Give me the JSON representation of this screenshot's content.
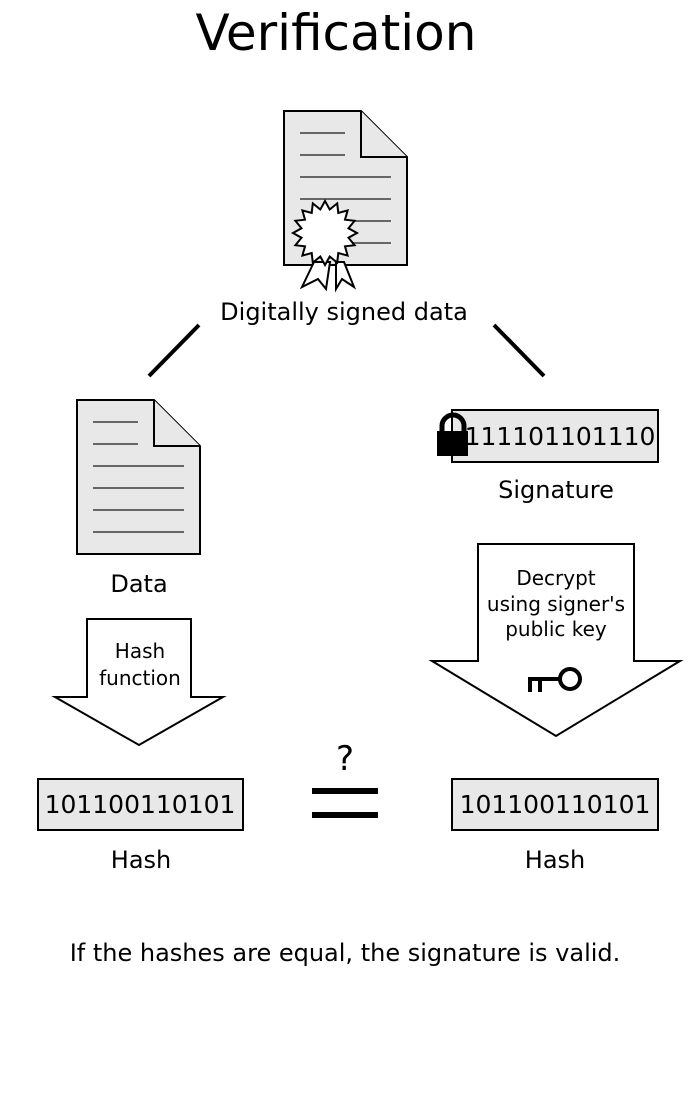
{
  "title": "Verification",
  "signed_document": {
    "label": "Digitally signed data"
  },
  "data_document": {
    "label": "Data"
  },
  "signature": {
    "bits": "111101101110",
    "label": "Signature"
  },
  "hash_arrow": {
    "line1": "Hash",
    "line2": "function"
  },
  "decrypt_arrow": {
    "line1": "Decrypt",
    "line2": "using signer's",
    "line3": "public key"
  },
  "hash_left": {
    "bits": "101100110101",
    "label": "Hash"
  },
  "hash_right": {
    "bits": "101100110101",
    "label": "Hash"
  },
  "compare": {
    "symbol": "?"
  },
  "footer": "If the hashes are equal, the signature is valid.",
  "icons": [
    "certificate-document-icon",
    "document-icon",
    "padlock-icon",
    "key-icon",
    "seal-icon",
    "question-equals-icon"
  ],
  "colors": {
    "document_fill": "#e8e8e8",
    "stroke": "#000000",
    "background": "#ffffff"
  }
}
